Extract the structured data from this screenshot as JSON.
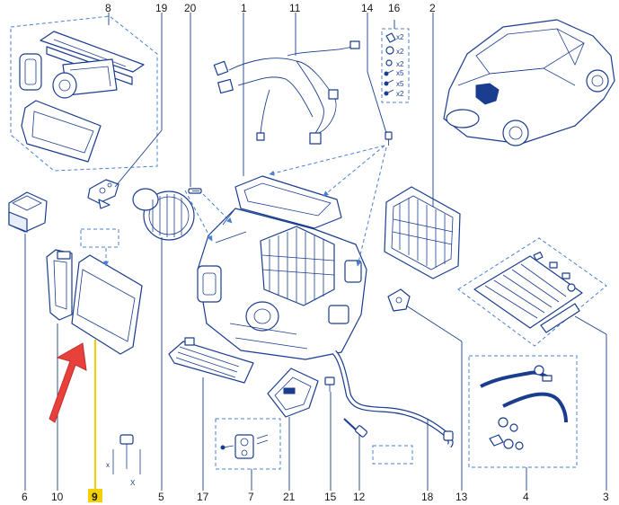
{
  "callouts": {
    "c8": "8",
    "c19": "19",
    "c20": "20",
    "c1": "1",
    "c11": "11",
    "c14": "14",
    "c16": "16",
    "c2": "2",
    "c6": "6",
    "c10": "10",
    "c9": "9",
    "c5": "5",
    "c17": "17",
    "c7": "7",
    "c21": "21",
    "c15": "15",
    "c12": "12",
    "c18": "18",
    "c13": "13",
    "c4": "4",
    "c3": "3"
  },
  "hardware_labels": {
    "h1": "x2",
    "h2": "x2",
    "h3": "x2",
    "h4": "x5",
    "h5": "x5",
    "h6": "x2"
  },
  "dimension_labels": {
    "dx": "x",
    "dy": "X"
  },
  "colors": {
    "line": "#1a3d8f",
    "dash": "#4a7fd1",
    "highlight": "#f5d000",
    "arrow": "#e8413c"
  },
  "icons": {
    "highlight_arrow": "red-pointer-arrow-icon"
  }
}
